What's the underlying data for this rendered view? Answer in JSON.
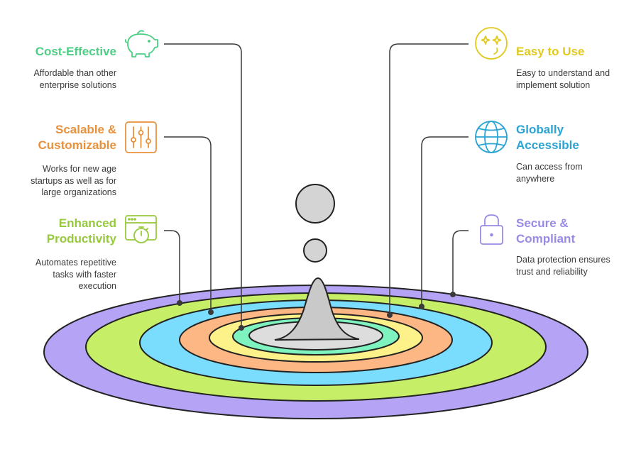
{
  "colors": {
    "green": "#4ccf84",
    "orange": "#e8913d",
    "lime": "#96c93c",
    "yellow": "#e1c91f",
    "blue": "#2ba4d4",
    "purple": "#9a8ae6",
    "ring_purple": "#b5a4f6",
    "ring_lime": "#c6ef67",
    "ring_blue": "#7bddfd",
    "ring_orange": "#fdb784",
    "ring_yellow": "#fdf18a",
    "ring_mint": "#7ef3bf",
    "ring_center": "#dddddd",
    "spike_gray": "#c9c9c9",
    "line": "#3a3a3a"
  },
  "items": {
    "cost_effective": {
      "title": "Cost-Effective",
      "description": "Affordable than other enterprise solutions",
      "icon": "piggy-bank-icon"
    },
    "scalable": {
      "title_line1": "Scalable &",
      "title_line2": "Customizable",
      "description_line1": "Works for new age",
      "description_line2": "startups as well as for",
      "description_line3": "large organizations",
      "icon": "sliders-icon"
    },
    "productivity": {
      "title_line1": "Enhanced",
      "title_line2": "Productivity",
      "description_line1": "Automates repetitive",
      "description_line2": "tasks with faster",
      "description_line3": "execution",
      "icon": "browser-stopwatch-icon"
    },
    "easy_to_use": {
      "title": "Easy to Use",
      "description_line1": "Easy to understand and",
      "description_line2": "implement solution",
      "icon": "sparkle-face-icon"
    },
    "globally_accessible": {
      "title_line1": "Globally",
      "title_line2": "Accessible",
      "description_line1": "Can access from",
      "description_line2": "anywhere",
      "icon": "globe-icon"
    },
    "secure": {
      "title_line1": "Secure &",
      "title_line2": "Compliant",
      "description_line1": "Data protection ensures",
      "description_line2": "trust and reliability",
      "icon": "lock-icon"
    }
  }
}
